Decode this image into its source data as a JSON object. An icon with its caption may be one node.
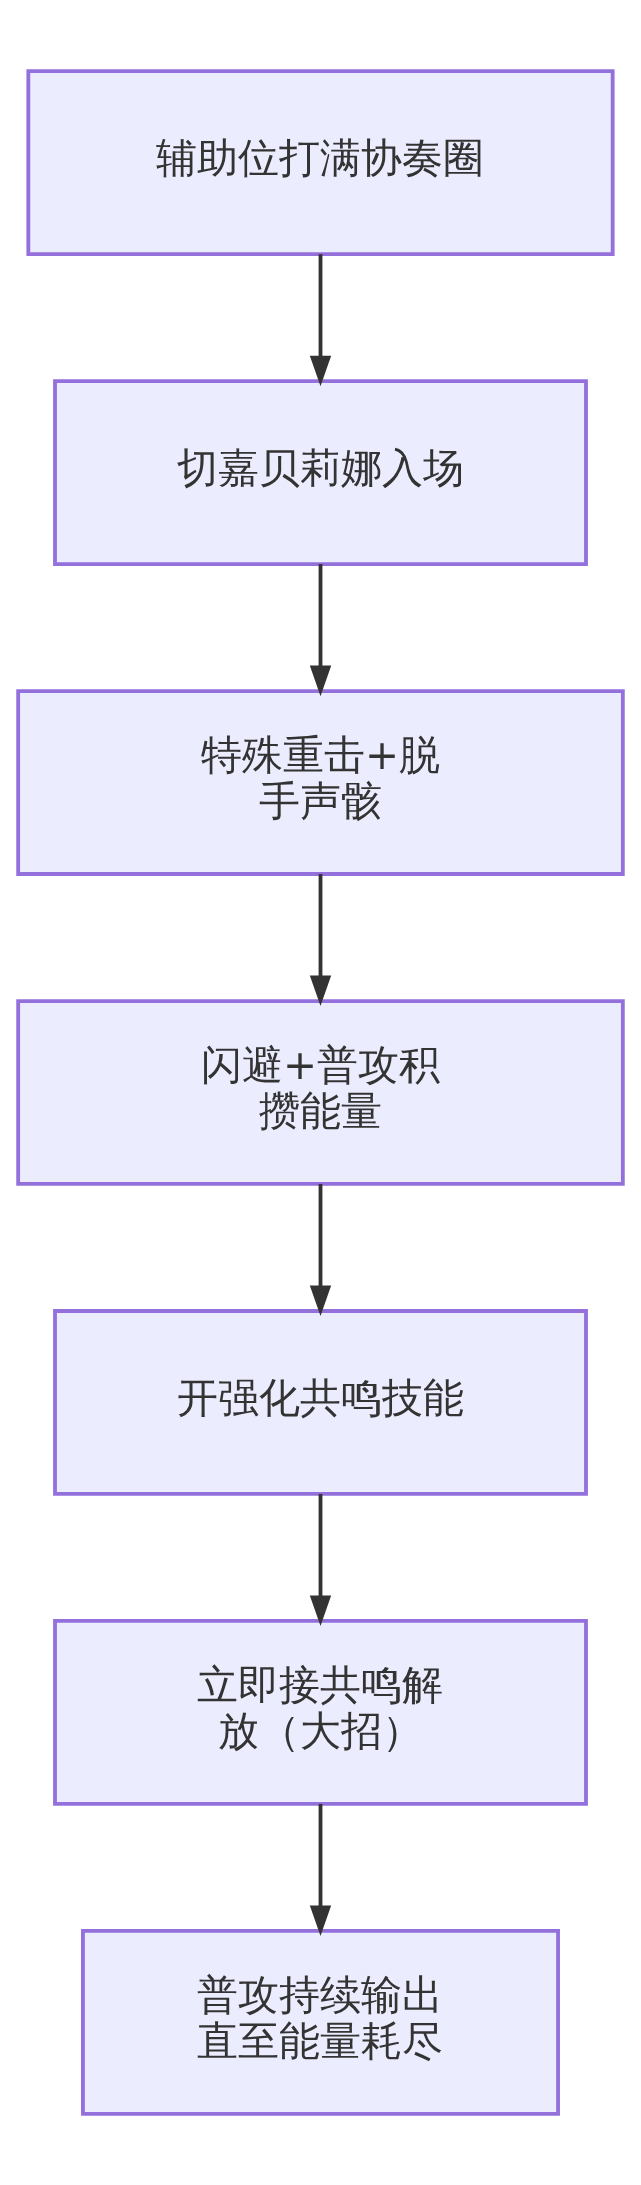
{
  "diagram": {
    "nodes": [
      {
        "text": [
          "辅助位打满协奏圈"
        ]
      },
      {
        "text": [
          "切嘉贝莉娜入场"
        ]
      },
      {
        "text": [
          "特殊重击+脱手声骸"
        ]
      },
      {
        "text": [
          "闪避+普攻积攒能量"
        ]
      },
      {
        "text": [
          "开强化共鸣技能"
        ]
      },
      {
        "text": [
          "立即接共鸣解放（大招）"
        ]
      },
      {
        "text": [
          "普攻持续输出直至能量耗尽"
        ]
      }
    ],
    "edges": [
      {
        "from": 0,
        "to": 1,
        "arrow": "to"
      },
      {
        "from": 1,
        "to": 2,
        "arrow": "to"
      },
      {
        "from": 2,
        "to": 3,
        "arrow": "to"
      },
      {
        "from": 3,
        "to": 4,
        "arrow": "to"
      },
      {
        "from": 4,
        "to": 5,
        "arrow": "to"
      },
      {
        "from": 5,
        "to": 6,
        "arrow": "to"
      }
    ]
  }
}
